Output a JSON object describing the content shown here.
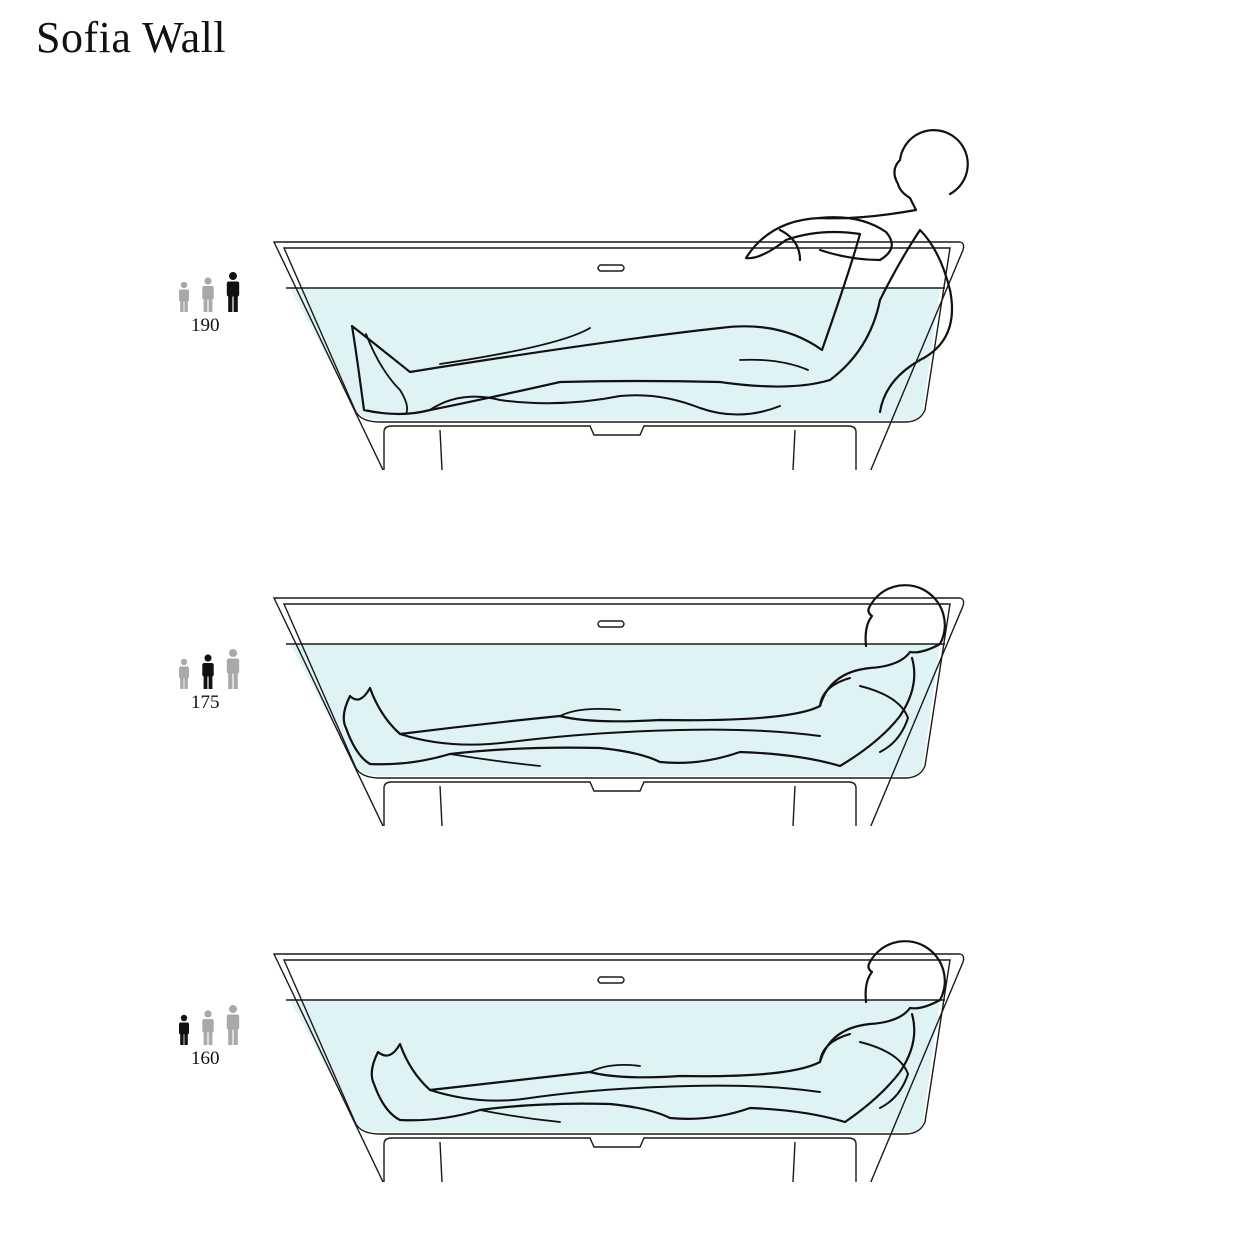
{
  "title": "Sofia Wall",
  "colors": {
    "water": "#dff2f4",
    "outline": "#1a1a1a",
    "icon_active": "#111111",
    "icon_inactive": "#a9a9a9"
  },
  "panels": [
    {
      "height_label": "190",
      "active_figure": 3,
      "pose": "reclining-head-above-rim"
    },
    {
      "height_label": "175",
      "active_figure": 2,
      "pose": "reclining-head-at-rim"
    },
    {
      "height_label": "160",
      "active_figure": 1,
      "pose": "reclining-head-at-rim"
    }
  ]
}
